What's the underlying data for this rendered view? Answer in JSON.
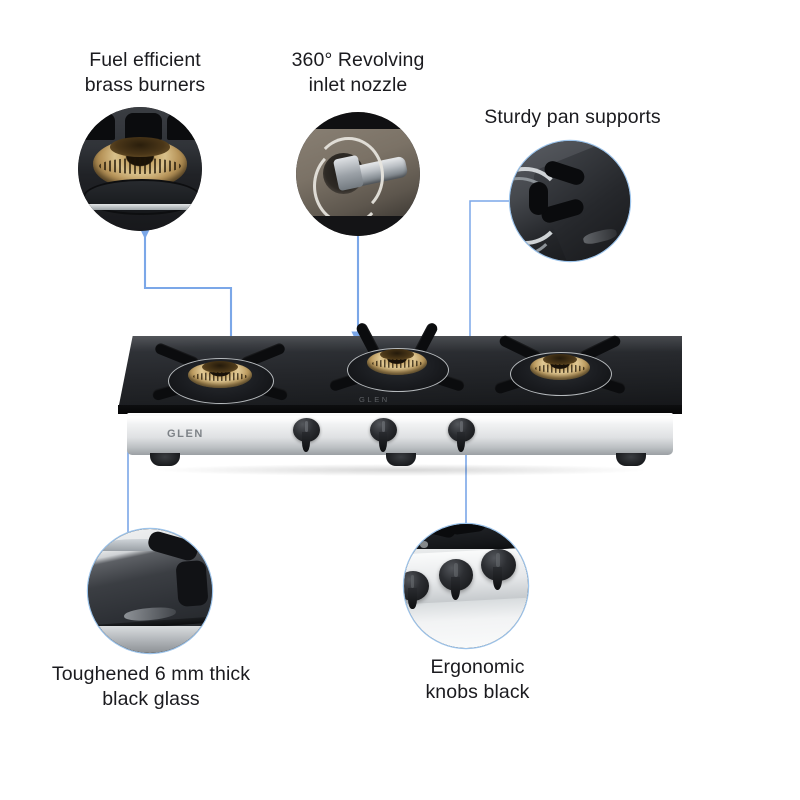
{
  "page": {
    "kind": "product-feature-infographic",
    "background_color": "#ffffff",
    "accent_color": "#7ba7e8",
    "text_color": "#1b1b1f",
    "product_brand": "GLEN",
    "product_type": "3 burner glass top gas stove"
  },
  "callouts": [
    {
      "id": "brass-burners",
      "label": "Fuel efficient\nbrass burners",
      "detail_image": "brass-burner-closeup",
      "connector": "elbow-double-arrow"
    },
    {
      "id": "inlet-nozzle",
      "label": "360° Revolving\ninlet nozzle",
      "detail_image": "revolving-inlet-nozzle-closeup",
      "connector": "vertical-arrow-down"
    },
    {
      "id": "pan-supports",
      "label": "Sturdy pan supports",
      "detail_image": "pan-support-closeup",
      "connector": "elbow-plain"
    },
    {
      "id": "black-glass",
      "label": "Toughened 6 mm thick\nblack glass",
      "detail_image": "black-glass-corner-closeup",
      "connector": "elbow-arrow-right"
    },
    {
      "id": "ergonomic-knobs",
      "label": "Ergonomic\nknobs black",
      "detail_image": "black-knobs-closeup",
      "connector": "elbow-arrow-right"
    }
  ],
  "product": {
    "brand_label": "GLEN",
    "glass_etch_label": "GLEN",
    "burner_count": 3,
    "knob_count": 3,
    "foot_count": 3
  }
}
